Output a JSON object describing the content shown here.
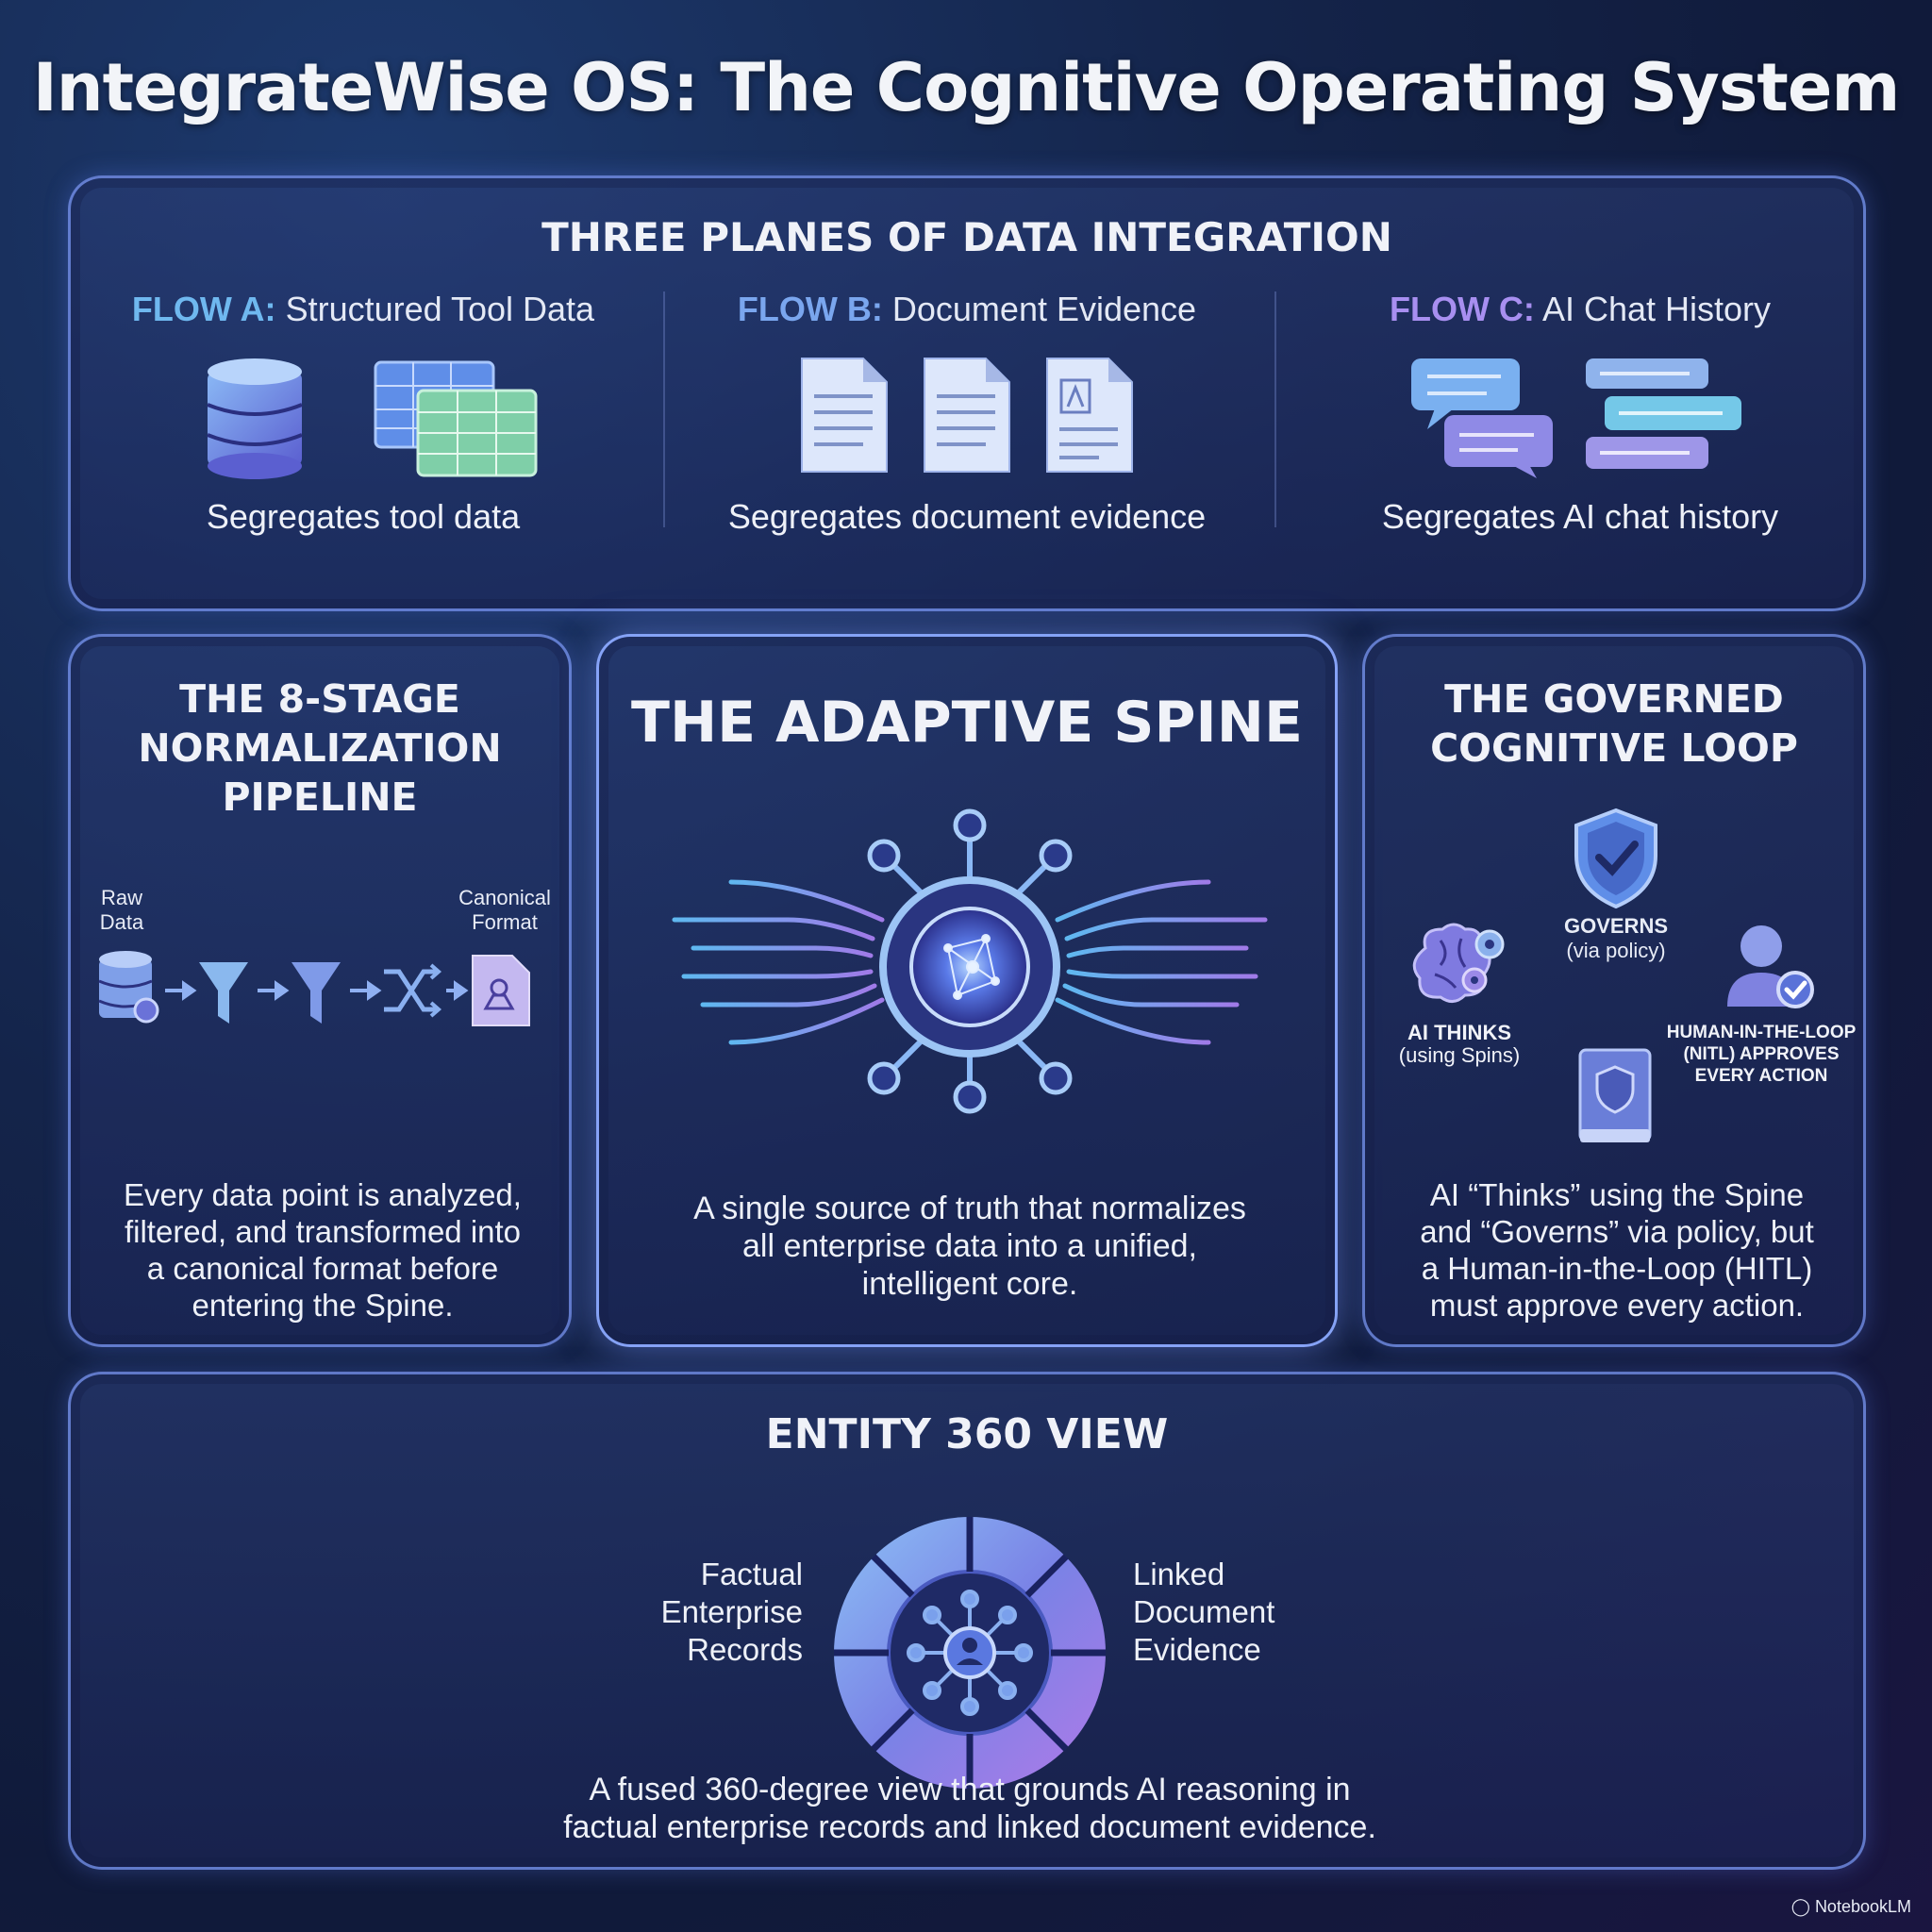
{
  "title": "IntegrateWise OS: The Cognitive Operating System",
  "planes": {
    "title": "THREE PLANES OF DATA INTEGRATION",
    "flows": [
      {
        "tag": "FLOW A:",
        "name": "Structured Tool Data",
        "caption": "Segregates tool data",
        "tag_color": "#6fb8ef"
      },
      {
        "tag": "FLOW B:",
        "name": "Document Evidence",
        "caption": "Segregates document evidence",
        "tag_color": "#7aa6ee"
      },
      {
        "tag": "FLOW C:",
        "name": "AI Chat History",
        "caption": "Segregates AI chat history",
        "tag_color": "#a88ff0"
      }
    ]
  },
  "pipeline": {
    "title_lines": [
      "THE 8-STAGE",
      "NORMALIZATION",
      "PIPELINE"
    ],
    "raw_label": [
      "Raw",
      "Data"
    ],
    "canonical_label": [
      "Canonical",
      "Format"
    ],
    "description_lines": [
      "Every data point is analyzed,",
      "filtered, and transformed into",
      "a canonical format before",
      "entering the Spine."
    ]
  },
  "spine": {
    "title": "THE ADAPTIVE SPINE",
    "description_lines": [
      "A single source of truth that normalizes",
      "all enterprise data into a unified,",
      "intelligent core."
    ]
  },
  "loop": {
    "title_lines": [
      "THE GOVERNED",
      "COGNITIVE LOOP"
    ],
    "governs": [
      "GOVERNS",
      "(via policy)"
    ],
    "ai_thinks": [
      "AI THINKS",
      "(using Spins)"
    ],
    "hitl": [
      "HUMAN-IN-THE-LOOP",
      "(NITL) APPROVES",
      "EVERY ACTION"
    ],
    "description_lines": [
      "AI “Thinks” using the Spine",
      "and “Governs” via policy, but",
      "a Human-in-the-Loop (HITL)",
      "must approve every action."
    ]
  },
  "entity": {
    "title": "ENTITY 360 VIEW",
    "left_label": [
      "Factual",
      "Enterprise",
      "Records"
    ],
    "right_label": [
      "Linked",
      "Document",
      "Evidence"
    ],
    "description_lines": [
      "A fused 360-degree view that grounds AI reasoning in",
      "factual enterprise records and linked document evidence."
    ]
  },
  "brand": "NotebookLM",
  "colors": {
    "accent_blue": "#6fb8ef",
    "accent_purple": "#a88ff0",
    "panel_border": "#7896f0"
  }
}
